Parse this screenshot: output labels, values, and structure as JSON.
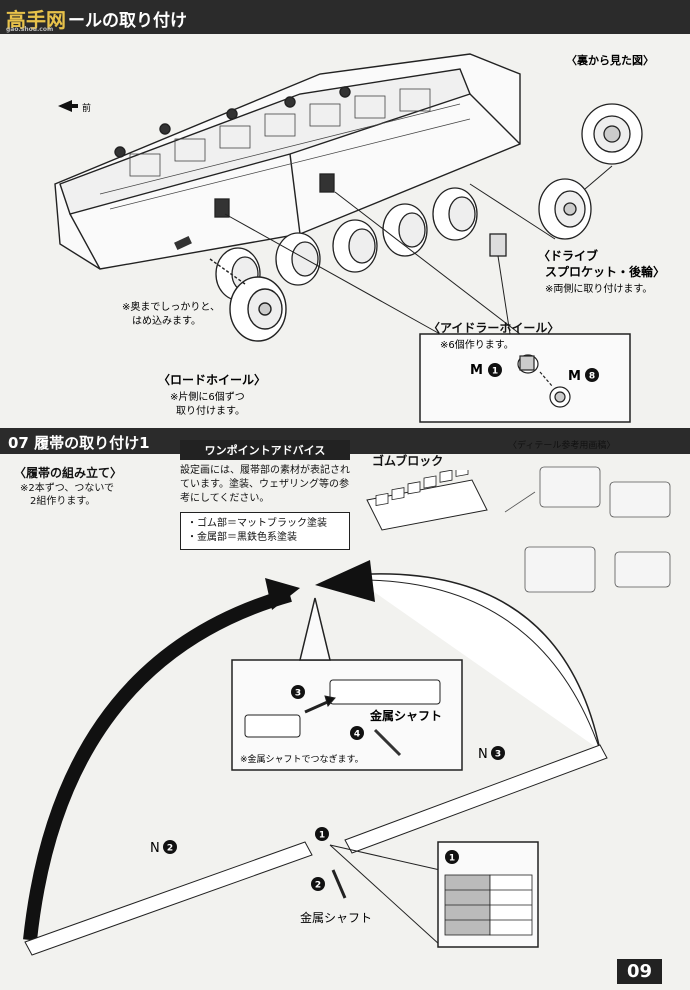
{
  "header": {
    "logo": "高手网",
    "logo_sub": "gao.shou.com",
    "section1_title": "ールの取り付け"
  },
  "top": {
    "front_label": "前",
    "rear_view_title": "〈裏から見た図〉",
    "drive_sprocket_title1": "〈ドライブ",
    "drive_sprocket_title2": "スプロケット・後輪〉",
    "drive_sprocket_note": "※両側に取り付けます。",
    "press_note1": "※奥までしっかりと、",
    "press_note2": "はめ込みます。",
    "road_wheel_title": "〈ロードホイール〉",
    "road_wheel_note1": "※片側に6個ずつ",
    "road_wheel_note2": "取り付けます。",
    "idler_title": "〈アイドラーホイール〉",
    "idler_note": "※6個作ります。",
    "part_m1_letter": "M",
    "part_m1_num": "1",
    "part_m8_letter": "M",
    "part_m8_num": "8"
  },
  "section2": {
    "title": "07 履帯の取り付け1",
    "track_assembly_title": "〈履帯の組み立て〉",
    "track_note1": "※2本ずつ、つないで",
    "track_note2": "2組作ります。",
    "advice_title": "ワンポイントアドバイス",
    "advice_text": "設定画には、履帯部の素材が表記されています。塗装、ウェザリング等の参考にしてください。",
    "advice_item1": "・ゴム部＝マットブラック塗装",
    "advice_item2": "・金属部＝黒鉄色系塗装",
    "rubber_block": "ゴムブロック",
    "detail_ref": "〈ディテール参考用画稿〉",
    "metal_shaft_inset": "金属シャフト",
    "metal_shaft_note": "※金属シャフトでつなぎます。",
    "step3": "3",
    "step4": "4",
    "n3_letter": "N",
    "n3_num": "3",
    "n2_letter": "N",
    "n2_num": "2",
    "step1": "1",
    "step2": "2",
    "metal_shaft_bottom": "金属シャフト",
    "detail_step": "1"
  },
  "page_number": "09"
}
